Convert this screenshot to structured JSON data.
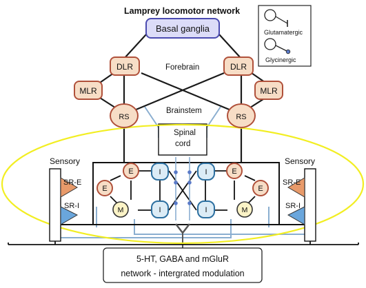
{
  "title": "Lamprey locomotor network",
  "nodes": {
    "basal_ganglia": "Basal ganglia",
    "dlr": "DLR",
    "mlr": "MLR",
    "rs": "RS",
    "e": "E",
    "i": "I",
    "m": "M",
    "sr_e": "SR-E",
    "sr_i": "SR-I"
  },
  "regions": {
    "forebrain": "Forebrain",
    "brainstem": "Brainstem",
    "spinal_cord_line1": "Spinal",
    "spinal_cord_line2": "cord",
    "sensory": "Sensory"
  },
  "legend": {
    "glutamatergic": "Glutamatergic",
    "glycinergic": "Glycinergic"
  },
  "modulation": {
    "line1": "5-HT, GABA and mGluR",
    "line2": "network - intergrated modulation"
  },
  "colors": {
    "basal_ganglia_fill": "#dcdcf8",
    "basal_ganglia_stroke": "#4a4ab0",
    "node_fill": "#f7ddc6",
    "node_stroke": "#b0503a",
    "i_fill": "#dcecf6",
    "i_stroke": "#2c6fa0",
    "m_fill": "#fbf3c6",
    "ellipse": "#f2ee22",
    "sr_e_fill": "#e89a6a",
    "sr_i_fill": "#6aa6dc",
    "glycine_line": "#8aaed0"
  }
}
